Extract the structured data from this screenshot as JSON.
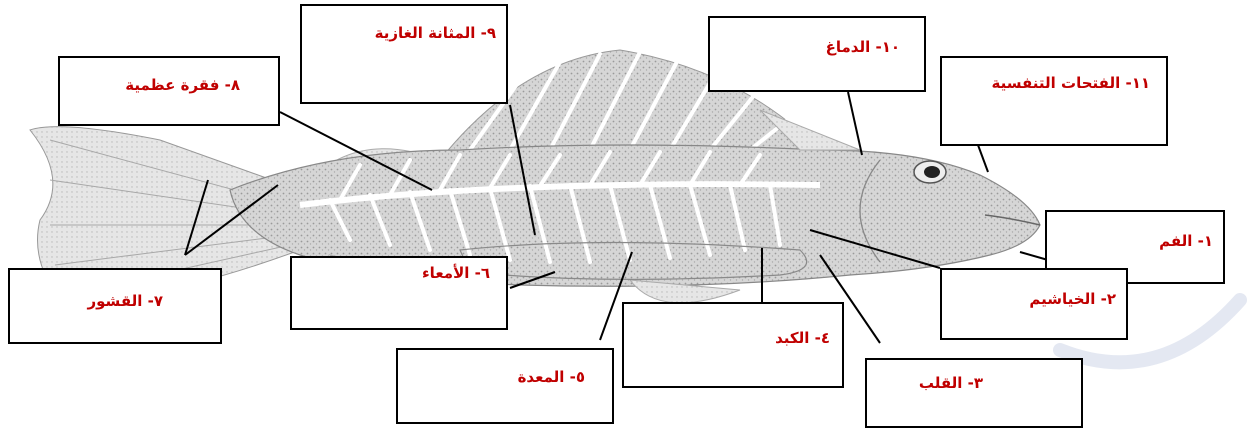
{
  "diagram": {
    "labels": [
      {
        "id": "mouth",
        "text": "١- الفم"
      },
      {
        "id": "gills",
        "text": "٢- الخياشيم"
      },
      {
        "id": "heart",
        "text": "٣- القلب"
      },
      {
        "id": "liver",
        "text": "٤- الكبد"
      },
      {
        "id": "stomach",
        "text": "٥- المعدة"
      },
      {
        "id": "intestines",
        "text": "٦- الأمعاء"
      },
      {
        "id": "scales",
        "text": "٧- القشور"
      },
      {
        "id": "vertebra",
        "text": "٨- فقرة عظمية"
      },
      {
        "id": "swim-bladder",
        "text": "٩- المثانة الغازية"
      },
      {
        "id": "brain",
        "text": "١٠- الدماغ"
      },
      {
        "id": "nostrils",
        "text": "١١- الفتحات التنفسية"
      }
    ],
    "label_color": "#c00000",
    "line_color": "#000000"
  }
}
